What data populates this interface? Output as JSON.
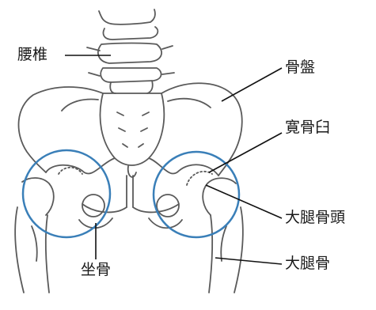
{
  "labels": {
    "lumbar": "腰椎",
    "pelvis": "骨盤",
    "acetabulum": "寛骨臼",
    "femoral_head": "大腿骨頭",
    "ischium": "坐骨",
    "femur": "大腿骨"
  },
  "colors": {
    "highlight_circle": "#3a7fb8",
    "bone_line": "#5a5a5a",
    "leader_line": "#111111",
    "background": "#ffffff"
  }
}
